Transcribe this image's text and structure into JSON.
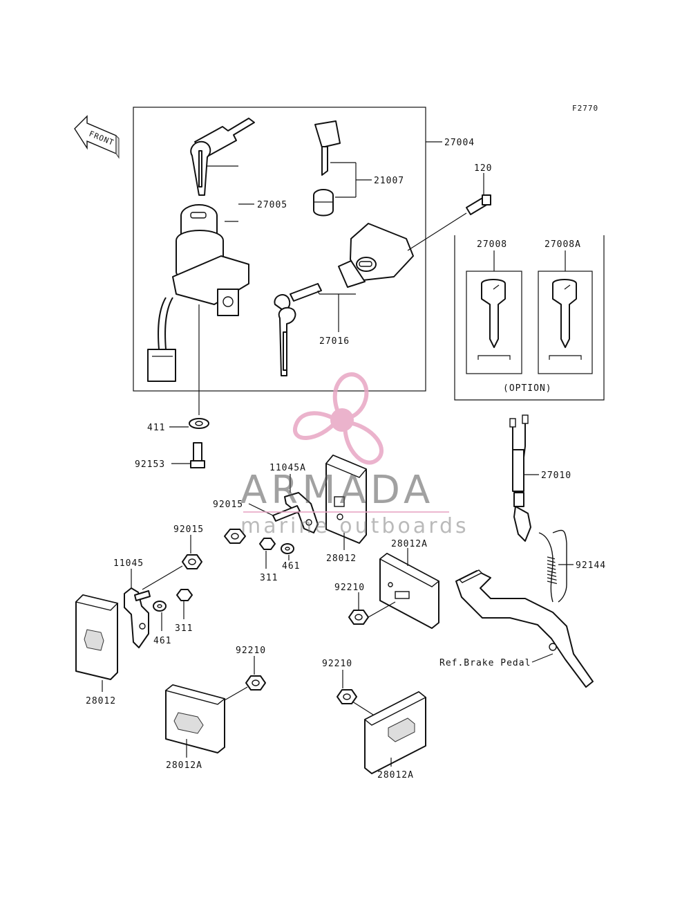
{
  "figure_id": "F2770",
  "front_label": "FRONT",
  "option_label": "(OPTION)",
  "watermark": {
    "brand": "ARMADA",
    "tagline": "marine outboards",
    "color": "#e8a6c4"
  },
  "labels": {
    "p27004": "27004",
    "p27005": "27005",
    "p21007": "21007",
    "p120": "120",
    "p27016": "27016",
    "p27008": "27008",
    "p27008A": "27008A",
    "p411": "411",
    "p92153": "92153",
    "p11045A": "11045A",
    "p92015a": "92015",
    "p92015b": "92015",
    "p461a": "461",
    "p311a": "311",
    "p28012a": "28012",
    "p27010": "27010",
    "p92144": "92144",
    "p28012A_a": "28012A",
    "p11045": "11045",
    "p92210a": "92210",
    "p461b": "461",
    "p311b": "311",
    "p28012b": "28012",
    "p92210b": "92210",
    "p92210c": "92210",
    "p28012A_b": "28012A",
    "p28012A_c": "28012A",
    "ref_brake": "Ref.Brake Pedal"
  }
}
